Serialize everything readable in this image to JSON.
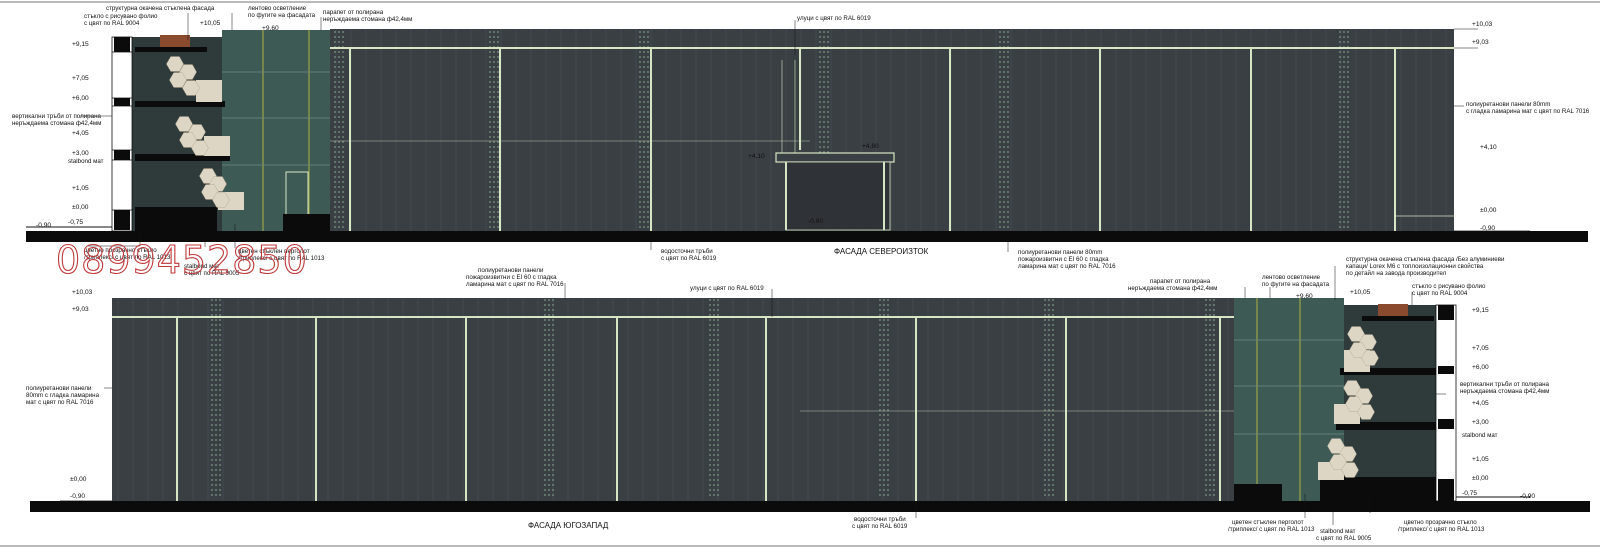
{
  "watermark": "0899452850",
  "colors": {
    "panel": "#3a3f44",
    "panel_dark": "#2f3338",
    "glass": "#3d5a55",
    "glass_line": "#c8c840",
    "pipe": "#d6e6c4",
    "ground": "#0b0b0b",
    "honeycomb": "#ded6c4",
    "accent_rust": "#8a4a2e",
    "watermark": "#c0393b"
  },
  "facade_ne": {
    "title": "ФАСАДА СЕВЕРОИЗТОК",
    "notes": {
      "structural_glass": "структурна окачена стъклена фасада",
      "printed_glass_1": "стъкло с рисувано фолио",
      "printed_glass_2": "с цвят по RAL 9004",
      "led_1": "лентово осветление",
      "led_2": "по фугите на фасадата",
      "parapet_1": "парапет от полирана",
      "parapet_2": "неръждаема стомана ф42,4мм",
      "gutters": "улуци с цвят по RAL 6019",
      "pipes_1": "вертикални тръби от полирана",
      "pipes_2": "неръждаема стомана ф42,4мм",
      "stalbond": "stalbond мат",
      "pu_1": "полиуретанови панели 80mm",
      "pu_2": "с гладка ламарина мат с цвят по RAL 7016",
      "color_glass_1": "цветно прозрачно стъкло",
      "color_glass_2": "/триплекс/ с цвят по RAL 1013",
      "stalbond_1": "stalbond мат",
      "stalbond_2": "с цвят по RAL 9005",
      "porch_1": "цветен стъклен перголот",
      "porch_2": "/триплекс/ с цвят по RAL 1013",
      "downpipes_1": "водосточни тръби",
      "downpipes_2": "с цвят по RAL 6019",
      "fire_1": "полиуретанови панели 80mm",
      "fire_2": "пожароизвитни с EI 60 с гладка",
      "fire_3": "ламарина мат с цвят по RAL 7016"
    },
    "levels_left": [
      "+9,15",
      "+7,05",
      "+6,00",
      "+4,05",
      "+3,00",
      "+1,05",
      "±0,00",
      "-0,75",
      "-0,90"
    ],
    "levels_top": [
      "+10,05",
      "+9,60"
    ],
    "levels_right": [
      "+10,03",
      "+9,03",
      "+4,10",
      "±0,00",
      "-0,90"
    ],
    "levels_mid": [
      "+4,10",
      "+4,60",
      "-0,60"
    ]
  },
  "facade_sw": {
    "title": "ФАСАДА ЮГОЗАПАД",
    "notes": {
      "fire_1": "полиуретанови панели",
      "fire_2": "пожароизвитни с EI 60 с гладка",
      "fire_3": "ламарина мат с цвят по RAL 7016",
      "gutters": "улуци с цвят по RAL 6019",
      "parapet_1": "парапет от полирана",
      "parapet_2": "неръждаема стомана ф42,4мм",
      "led_1": "лентово осветление",
      "led_2": "по фугите на фасадата",
      "structural_1": "структурна окачена стъклена фасада /Без алуминиеви",
      "structural_2": "капаци/ Lorex M6 с топлоизолационни свойства",
      "structural_3": "по детайл на завода производител",
      "printed_glass_1": "стъкло с рисувано фолио",
      "printed_glass_2": "с цвят по RAL 9004",
      "pu_1": "полиуретанови панели",
      "pu_2": "80mm с гладка ламарина",
      "pu_3": "мат с цвят по RAL 7016",
      "pipes_1": "вертикални тръби от полирана",
      "pipes_2": "неръждаема стомана ф42,4мм",
      "stalbond": "stalbond мат",
      "downpipes_1": "водосточни тръби",
      "downpipes_2": "с цвят по RAL 6019",
      "porch_1": "цветен стъклен перголот",
      "porch_2": "/триплекс/ с цвят по RAL 1013",
      "stalbond_1": "stalbond мат",
      "stalbond_2": "с цвят по RAL 9005",
      "color_glass_1": "цветно прозрачно стъкло",
      "color_glass_2": "/триплекс/ с цвят по RAL 1013"
    },
    "levels_left": [
      "+10,03",
      "+9,03",
      "±0,00",
      "-0,90"
    ],
    "levels_top": [
      "+10,05",
      "+9,60"
    ],
    "levels_right": [
      "+9,15",
      "+7,05",
      "+6,00",
      "+4,05",
      "+3,00",
      "+1,05",
      "±0,00",
      "-0,75",
      "-0,90"
    ]
  }
}
